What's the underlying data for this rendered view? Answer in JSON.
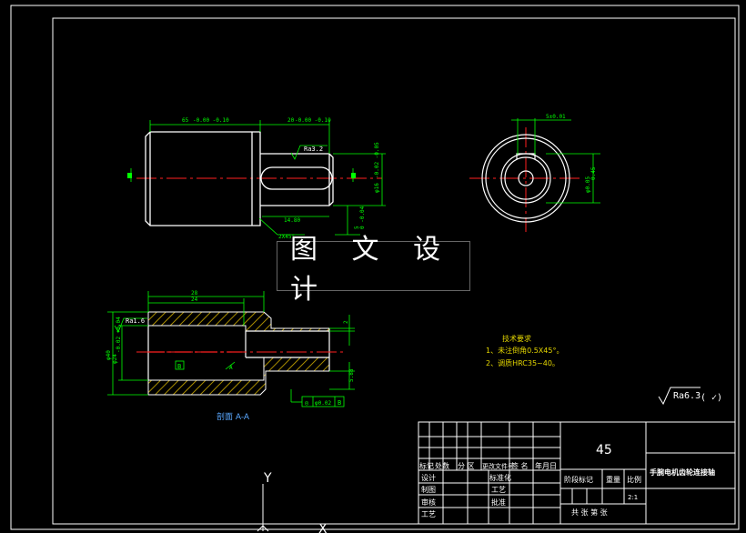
{
  "watermark": "图 文 设 计",
  "top_view": {
    "dim_len_total": "65",
    "dim_len_total_tol": "-0.00 -0.10",
    "dim_len_shaft": "20",
    "dim_len_shaft_tol": "-0.00 -0.10",
    "roughness": "Ra3.2",
    "dim_keyway": "14.80",
    "dim_dia": "φ16",
    "dim_dia_tol": "-0.02 -0.05",
    "dim_key_depth": "5",
    "dim_key_depth_tol": "0 -0.04",
    "chamfer": "2X45°",
    "section_mark": "A"
  },
  "end_view": {
    "dim_top": "5±0.01",
    "dim_side": "φ0.05",
    "dim_side2": "0.45"
  },
  "section_view": {
    "dim_28": "28",
    "dim_24": "24",
    "roughness": "Ra1.6",
    "dim_dia_left": "φ40",
    "dim_dia_left2": "φ24",
    "dim_dia_left_tol": "-0.02 +0.04",
    "dim_right": "2",
    "dim_bottom_right": "5.88",
    "datum": "B",
    "gd_t_symbol": "◎",
    "gd_t_value": "φ0.02",
    "gd_t_datum": "B",
    "section_label": "剖面 A-A",
    "small_a": "A"
  },
  "tech_req": {
    "title": "技术要求",
    "item1": "1、未注倒角0.5X45°。",
    "item2": "2、调质HRC35~40。"
  },
  "roughness_default": "Ra6.3",
  "roughness_default_suffix": "( ✓)",
  "title_block": {
    "material": "45",
    "part_name": "手腕电机齿轮连接轴",
    "row_header": [
      "标记",
      "处数",
      "分 区",
      "更改文件号",
      "签 名",
      "年月日"
    ],
    "r_design": "设计",
    "r_std": "标准化",
    "r_draw": "制图",
    "r_process": "工艺",
    "r_check": "审核",
    "r_approve": "批准",
    "r_craft": "工艺",
    "stage": "阶段标记",
    "weight": "重量",
    "scale": "比例",
    "scale_value": "2:1",
    "sheets": "共   张   第   张"
  },
  "ucs": {
    "y_label": "Y",
    "x_label": "X"
  },
  "colors": {
    "bg": "#000000",
    "line": "#ffffff",
    "dim": "#00ff00",
    "center": "#ff2020",
    "hatch": "#d4b000",
    "text_yellow": "#e6d800"
  }
}
